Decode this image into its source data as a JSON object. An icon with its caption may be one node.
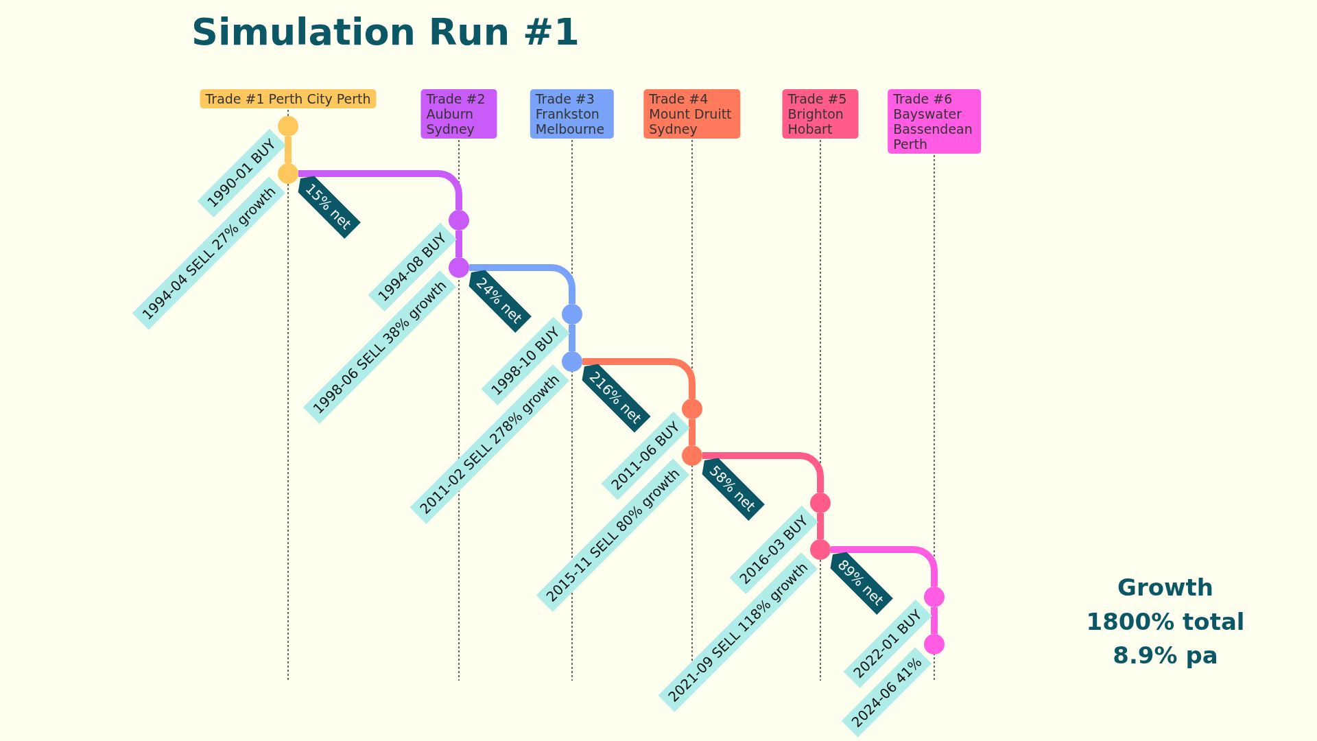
{
  "diagram": {
    "title": "Simulation Run #1",
    "nodes": [
      {
        "text": [
          "Trade #1 Perth City Perth"
        ]
      },
      {
        "text": [
          "Trade #2 Auburn Sydney"
        ]
      },
      {
        "text": [
          "Trade #3 Frankston Melbourne"
        ]
      },
      {
        "text": [
          "Trade #4 Mount Druitt Sydney"
        ]
      },
      {
        "text": [
          "Trade #5 Brighton Hobart"
        ]
      },
      {
        "text": [
          "Trade #6 Bayswater Bassendean Perth"
        ]
      },
      {
        "text": [],
        "shape": "circle",
        "beside": [
          "1990-01 BUY"
        ]
      },
      {
        "text": [],
        "shape": "circle",
        "beside": [
          "1994-04 SELL 27% growth",
          "15% net"
        ]
      },
      {
        "text": [],
        "shape": "circle",
        "beside": [
          "1994-08 BUY"
        ]
      },
      {
        "text": [],
        "shape": "circle",
        "beside": [
          "1998-06 SELL 38% growth",
          "24% net"
        ]
      },
      {
        "text": [],
        "shape": "circle",
        "beside": [
          "1998-10 BUY"
        ]
      },
      {
        "text": [],
        "shape": "circle",
        "beside": [
          "2011-02 SELL 278% growth",
          "216% net"
        ]
      },
      {
        "text": [],
        "shape": "circle",
        "beside": [
          "2011-06 BUY"
        ]
      },
      {
        "text": [],
        "shape": "circle",
        "beside": [
          "2015-11 SELL 80% growth",
          "58% net"
        ]
      },
      {
        "text": [],
        "shape": "circle",
        "beside": [
          "2016-03 BUY"
        ]
      },
      {
        "text": [],
        "shape": "circle",
        "beside": [
          "2021-09 SELL 118% growth",
          "89% net"
        ]
      },
      {
        "text": [],
        "shape": "circle",
        "beside": [
          "2022-01 BUY"
        ]
      },
      {
        "text": [],
        "shape": "circle",
        "beside": [
          "2024-06 41%"
        ]
      }
    ],
    "edges": [
      {
        "from": 6,
        "to": 7,
        "arrow": "none",
        "color": "#ffc85f"
      },
      {
        "from": 7,
        "to": 8,
        "arrow": "none",
        "color": "#c95cf8"
      },
      {
        "from": 8,
        "to": 9,
        "arrow": "none",
        "color": "#c95cf8"
      },
      {
        "from": 9,
        "to": 10,
        "arrow": "none",
        "color": "#79a3f8"
      },
      {
        "from": 10,
        "to": 11,
        "arrow": "none",
        "color": "#79a3f8"
      },
      {
        "from": 11,
        "to": 12,
        "arrow": "none",
        "color": "#ff7a5c"
      },
      {
        "from": 12,
        "to": 13,
        "arrow": "none",
        "color": "#ff7a5c"
      },
      {
        "from": 13,
        "to": 14,
        "arrow": "none",
        "color": "#ff5c8a"
      },
      {
        "from": 14,
        "to": 15,
        "arrow": "none",
        "color": "#ff5c8a"
      },
      {
        "from": 15,
        "to": 16,
        "arrow": "none",
        "color": "#ff5ce3"
      },
      {
        "from": 16,
        "to": 17,
        "arrow": "none",
        "color": "#ff5ce3"
      }
    ],
    "labels": [
      "Growth",
      "1800% total",
      "8.9% pa"
    ]
  }
}
